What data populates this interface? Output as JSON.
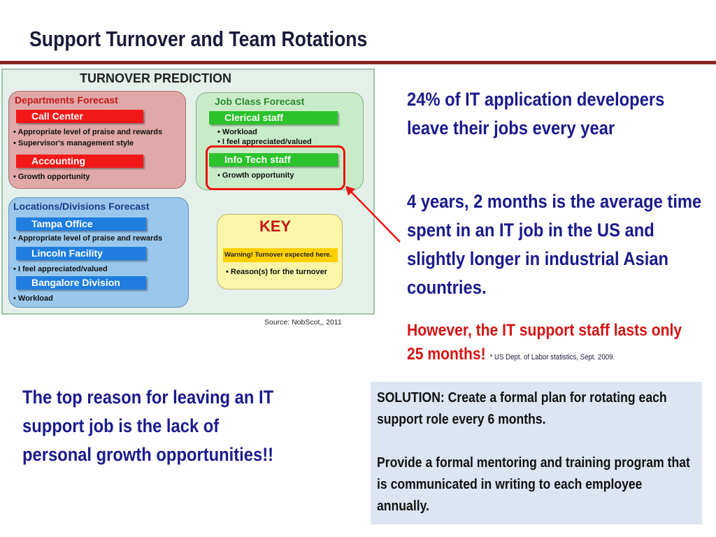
{
  "slide": {
    "title": "Support Turnover and Team Rotations"
  },
  "figure": {
    "title": "TURNOVER PREDICTION",
    "source": "Source: NobScot,, 2011",
    "departments": {
      "title": "Departments Forecast",
      "bar1": "Call Center",
      "bullet1": "• Appropriate level of praise and rewards",
      "bullet2": "• Supervisor's management style",
      "bar2": "Accounting",
      "bullet3": "• Growth opportunity"
    },
    "job_class": {
      "title": "Job Class Forecast",
      "bar1": "Clerical staff",
      "bullet1": "•   Workload",
      "bullet2": "•   I feel appreciated/valued",
      "bar2": "Info Tech staff",
      "bullet3": "•   Growth opportunity"
    },
    "locations": {
      "title": "Locations/Divisions Forecast",
      "bar1": "Tampa Office",
      "bullet1": "•  Appropriate level of praise and rewards",
      "bar2": "Lincoln Facility",
      "bullet2": "•  I feel appreciated/valued",
      "bar3": "Bangalore Division",
      "bullet3": "• Workload"
    },
    "key": {
      "title": "KEY",
      "warning": "Warning! Turnover expected here.",
      "bullet": "•   Reason(s) for the turnover"
    }
  },
  "stats": {
    "stat1": "24% of IT application developers leave their jobs every year",
    "stat2": "4 years, 2 months is the average time spent in an IT job in the US and slightly longer in industrial Asian countries.",
    "stat3": "However, the IT support staff lasts only 25 months!",
    "stat3_note": "* US Dept. of Labor statistics, Sept. 2009."
  },
  "top_reason": "The top reason for leaving an IT support job is the lack of personal growth opportunities!!",
  "solution": {
    "line1": "SOLUTION: Create a formal plan for rotating each support role every 6 months.",
    "line2": "Provide a formal mentoring and training program that is communicated in writing to each employee annually."
  },
  "colors": {
    "title_rule": "#8b2323",
    "highlight": "#ee1111",
    "stat_blue": "#1a1a8c",
    "stat_red": "#d41414"
  }
}
